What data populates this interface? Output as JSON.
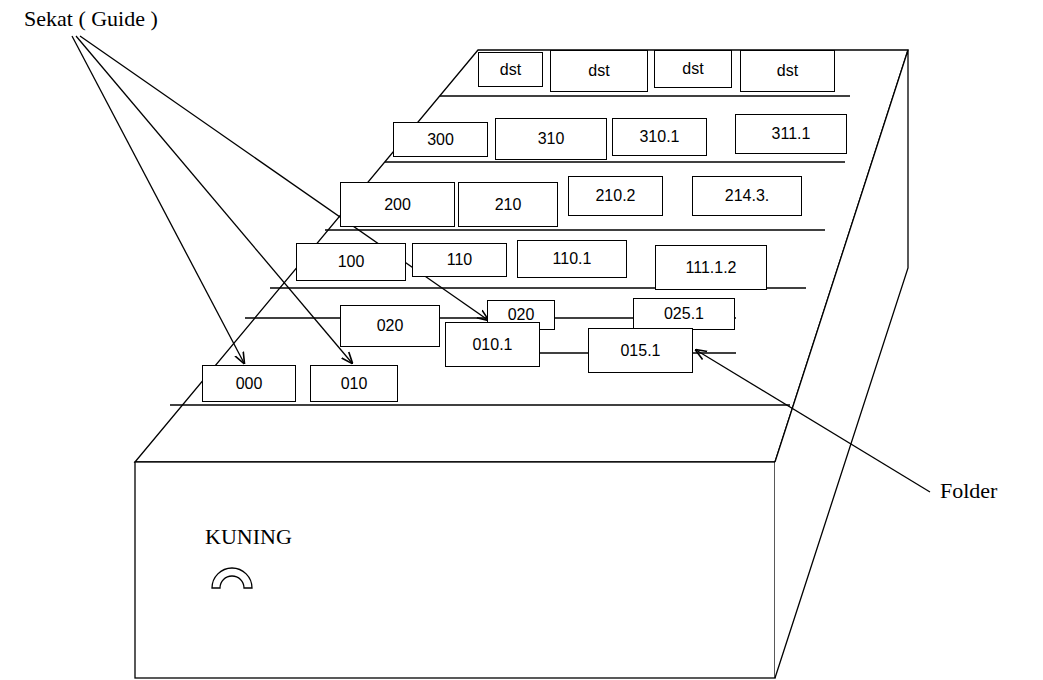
{
  "diagram": {
    "nodes": [
      {
        "text": [
          "dst"
        ]
      },
      {
        "text": [
          "dst"
        ]
      },
      {
        "text": [
          "dst"
        ]
      },
      {
        "text": [
          "dst"
        ]
      },
      {
        "text": [
          "300"
        ]
      },
      {
        "text": [
          "310"
        ]
      },
      {
        "text": [
          "310.1"
        ]
      },
      {
        "text": [
          "311.1"
        ]
      },
      {
        "text": [
          "200"
        ]
      },
      {
        "text": [
          "210"
        ]
      },
      {
        "text": [
          "210.2"
        ]
      },
      {
        "text": [
          "214.3."
        ]
      },
      {
        "text": [
          "100"
        ]
      },
      {
        "text": [
          "110"
        ]
      },
      {
        "text": [
          "110.1"
        ]
      },
      {
        "text": [
          "111.1.2"
        ]
      },
      {
        "text": [
          "020"
        ]
      },
      {
        "text": [
          "020"
        ]
      },
      {
        "text": [
          "025.1"
        ]
      },
      {
        "text": [
          "010.1"
        ]
      },
      {
        "text": [
          "015.1"
        ]
      },
      {
        "text": [
          "000"
        ]
      },
      {
        "text": [
          "010"
        ]
      },
      {
        "text": [
          "KUNING"
        ]
      }
    ],
    "labels": [
      "Sekat ( Guide )",
      "Folder"
    ]
  }
}
